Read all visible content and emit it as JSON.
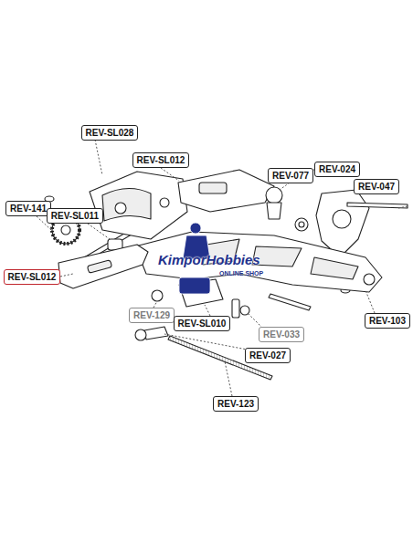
{
  "diagram": {
    "nodes": [
      {
        "text": [
          "REV-SL028"
        ]
      },
      {
        "text": [
          "REV-SL012"
        ]
      },
      {
        "text": [
          "REV-077"
        ]
      },
      {
        "text": [
          "REV-024"
        ]
      },
      {
        "text": [
          "REV-047"
        ]
      },
      {
        "text": [
          "REV-141"
        ]
      },
      {
        "text": [
          "REV-SL011"
        ]
      },
      {
        "text": [
          "REV-SL012"
        ]
      },
      {
        "text": [
          "REV-129"
        ]
      },
      {
        "text": [
          "REV-103"
        ]
      },
      {
        "text": [
          "REV-SL010"
        ]
      },
      {
        "text": [
          "REV-033"
        ]
      },
      {
        "text": [
          "REV-027"
        ]
      },
      {
        "text": [
          "REV-123"
        ]
      }
    ],
    "edges": [],
    "labels": [
      "KimporHobbies",
      "ONLINE SHOP"
    ]
  }
}
